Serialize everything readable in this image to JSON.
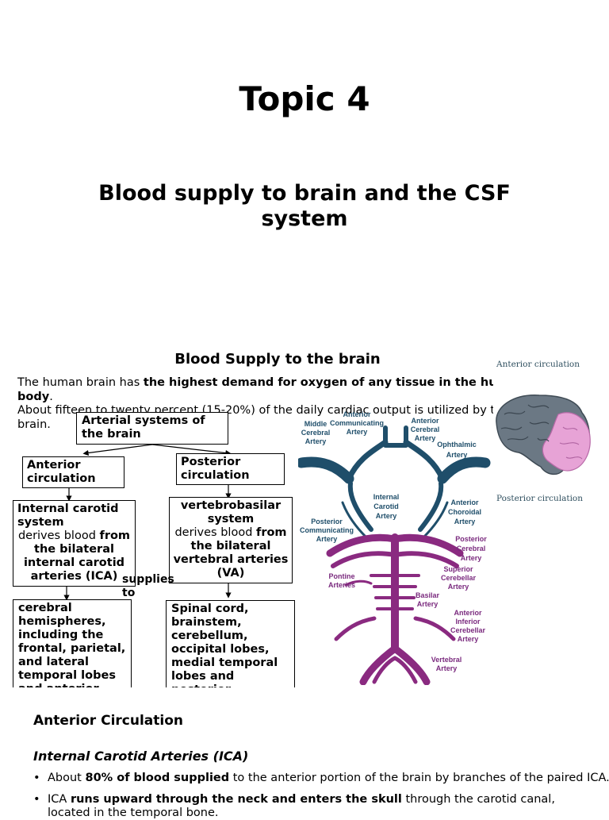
{
  "slide1": {
    "title": "Topic 4",
    "subtitle": "Blood supply to brain and the CSF system"
  },
  "section2": {
    "heading": "Blood Supply to the brain",
    "intro": {
      "line1_plain": "The human brain has ",
      "line1_bold": "the highest demand for oxygen of any tissue in the human",
      "line2_bold": "body",
      "line2_plain": ".",
      "line3": "About fifteen to twenty percent (15-20%) of the daily cardiac output is utilized by the",
      "line4": "brain."
    },
    "flowchart": {
      "root": "Arterial systems of the brain",
      "anterior": "Anterior circulation",
      "posterior": "Posterior circulation",
      "ica_lead": "Internal carotid system",
      "ica_mid": "derives blood ",
      "ica_from": "from",
      "ica_rest": "the bilateral internal carotid arteries (ICA)",
      "va_lead": "vertebrobasilar system",
      "va_mid": "derives blood ",
      "va_from": "from",
      "va_rest": "the bilateral vertebral arteries (VA)",
      "supplies": "supplies to",
      "ant_targets": "cerebral hemispheres, including the frontal, parietal, and lateral temporal lobes and anterior",
      "post_targets": "Spinal cord, brainstem, cerebellum, occipital lobes, medial temporal lobes and posterior thalamus"
    },
    "brain_figure": {
      "top_caption": "Anterior circulation",
      "bottom_caption": "Posterior circulation",
      "colors": {
        "anterior": "#5f6f7a",
        "posterior": "#d98ccb"
      }
    },
    "vessel_diagram": {
      "labels": {
        "anterior_communicating": [
          "Anterior",
          "Communicating",
          "Artery"
        ],
        "middle_cerebral": [
          "Middle",
          "Cerebral",
          "Artery"
        ],
        "anterior_cerebral": [
          "Anterior",
          "Cerebral",
          "Artery"
        ],
        "ophthalmic": [
          "Ophthalmic",
          "Artery"
        ],
        "internal_carotid": [
          "Internal",
          "Carotid",
          "Artery"
        ],
        "anterior_choroidal": [
          "Anterior",
          "Choroidal",
          "Artery"
        ],
        "posterior_communicating": [
          "Posterior",
          "Communicating",
          "Artery"
        ],
        "posterior_cerebral": [
          "Posterior",
          "Cerebral",
          "Artery"
        ],
        "superior_cerebellar": [
          "Superior",
          "Cerebellar",
          "Artery"
        ],
        "pontine": [
          "Pontine",
          "Arteries"
        ],
        "basilar": [
          "Basilar",
          "Artery"
        ],
        "anterior_inferior_cerebellar": [
          "Anterior",
          "Inferior",
          "Cerebellar",
          "Artery"
        ],
        "vertebral": [
          "Vertebral",
          "Artery"
        ]
      },
      "colors": {
        "anterior": "#1f4e6a",
        "posterior": "#8a2a80"
      }
    }
  },
  "section3": {
    "heading": "Anterior Circulation",
    "ica_heading": "Internal Carotid Arteries (ICA)",
    "bullet1": {
      "pre": "About ",
      "bold": "80% of blood supplied",
      "post": " to the anterior portion of the brain by branches of the paired ICA."
    },
    "bullet2": {
      "pre": "ICA ",
      "bold": "runs upward through the neck and enters the skull",
      "post": " through the carotid canal,",
      "line2": "located in the temporal bone."
    },
    "bullet_symbol": "•"
  }
}
